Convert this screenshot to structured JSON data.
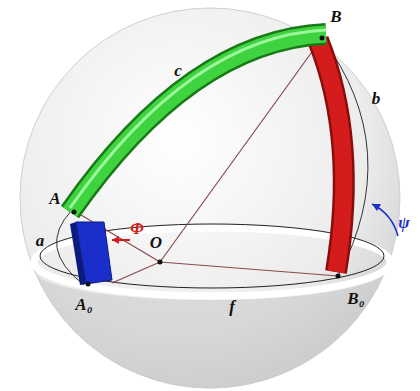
{
  "diagram": {
    "labels": [
      "c",
      "B",
      "A",
      "b",
      "a",
      "O",
      "Φ",
      "ψ",
      "A₀",
      "B₀",
      "f"
    ]
  }
}
